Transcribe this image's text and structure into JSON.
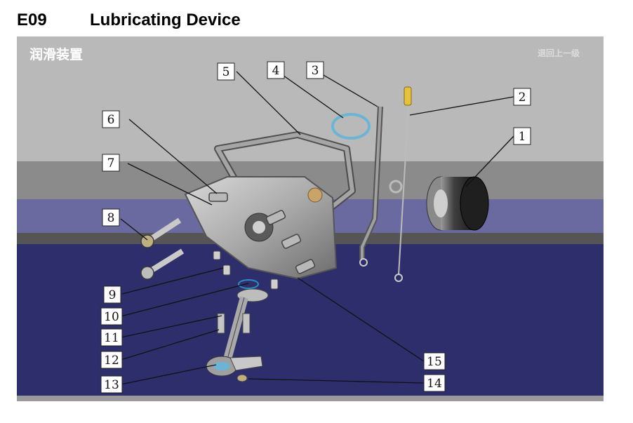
{
  "header": {
    "code": "E09",
    "title": "Lubricating Device"
  },
  "figure": {
    "caption_zh": "润滑装置",
    "nav_zh": "退回上一级",
    "callouts": [
      "1",
      "2",
      "3",
      "4",
      "5",
      "6",
      "7",
      "8",
      "9",
      "10",
      "11",
      "12",
      "13",
      "14",
      "15"
    ]
  }
}
